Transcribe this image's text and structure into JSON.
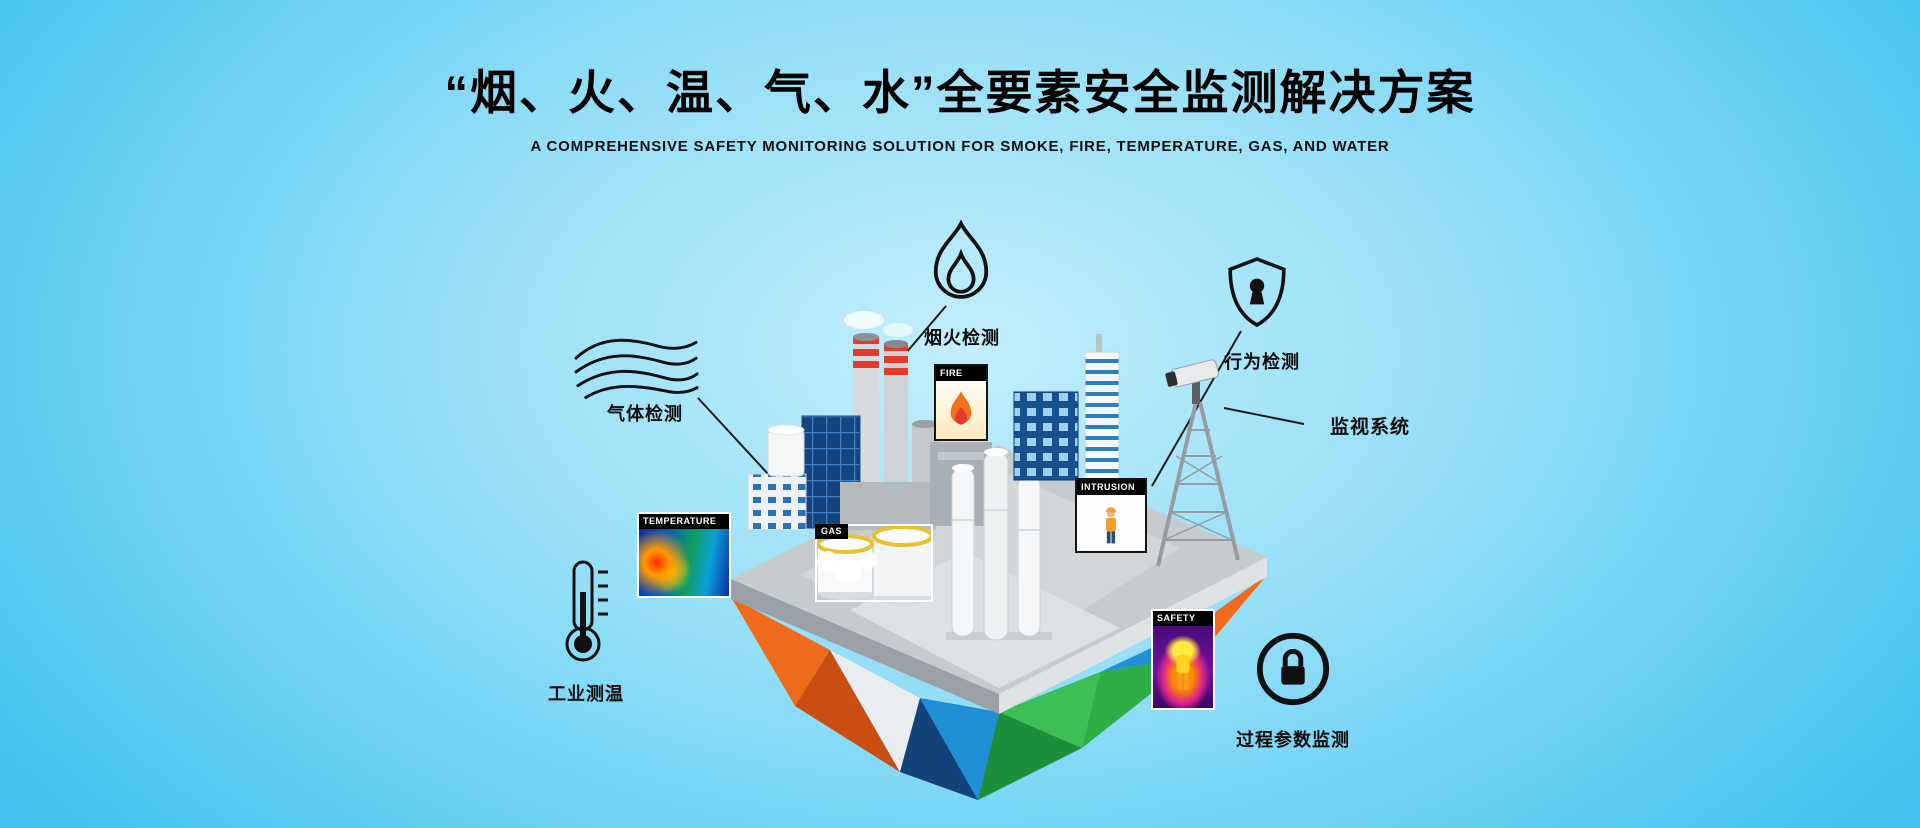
{
  "page": {
    "title": "“烟、火、温、气、水”全要素安全监测解决方案",
    "subtitle": "A COMPREHENSIVE SAFETY MONITORING SOLUTION FOR SMOKE, FIRE, TEMPERATURE, GAS, AND WATER"
  },
  "callouts": {
    "smoke_fire_detection": "烟火检测",
    "behavior_detection": "行为检测",
    "surveillance_system": "监视系统",
    "gas_detection": "气体检测",
    "industrial_temperature": "工业测温",
    "process_parameter_monitoring": "过程参数监测"
  },
  "scene_tags": {
    "fire": "FIRE",
    "temperature": "TEMPERATURE",
    "gas": "GAS",
    "intrusion": "INTRUSION",
    "safety": "SAFETY"
  },
  "icons": {
    "flame": "flame-outline-icon",
    "shield": "shield-keyhole-icon",
    "gas_waves": "gas-waves-icon",
    "thermometer": "thermometer-icon",
    "lock": "lock-circle-icon",
    "camera": "surveillance-camera-icon"
  },
  "colors": {
    "sky_edge": "#2fb6e9",
    "sky_center": "#c2eefb",
    "title_text": "#000000",
    "facet_orange": "#ef6a1b",
    "facet_navy": "#14427b",
    "facet_blue": "#1f8fd6",
    "facet_green": "#2fae47",
    "chimney_red": "#e23b2e",
    "platform_gray": "#c6cbce"
  }
}
